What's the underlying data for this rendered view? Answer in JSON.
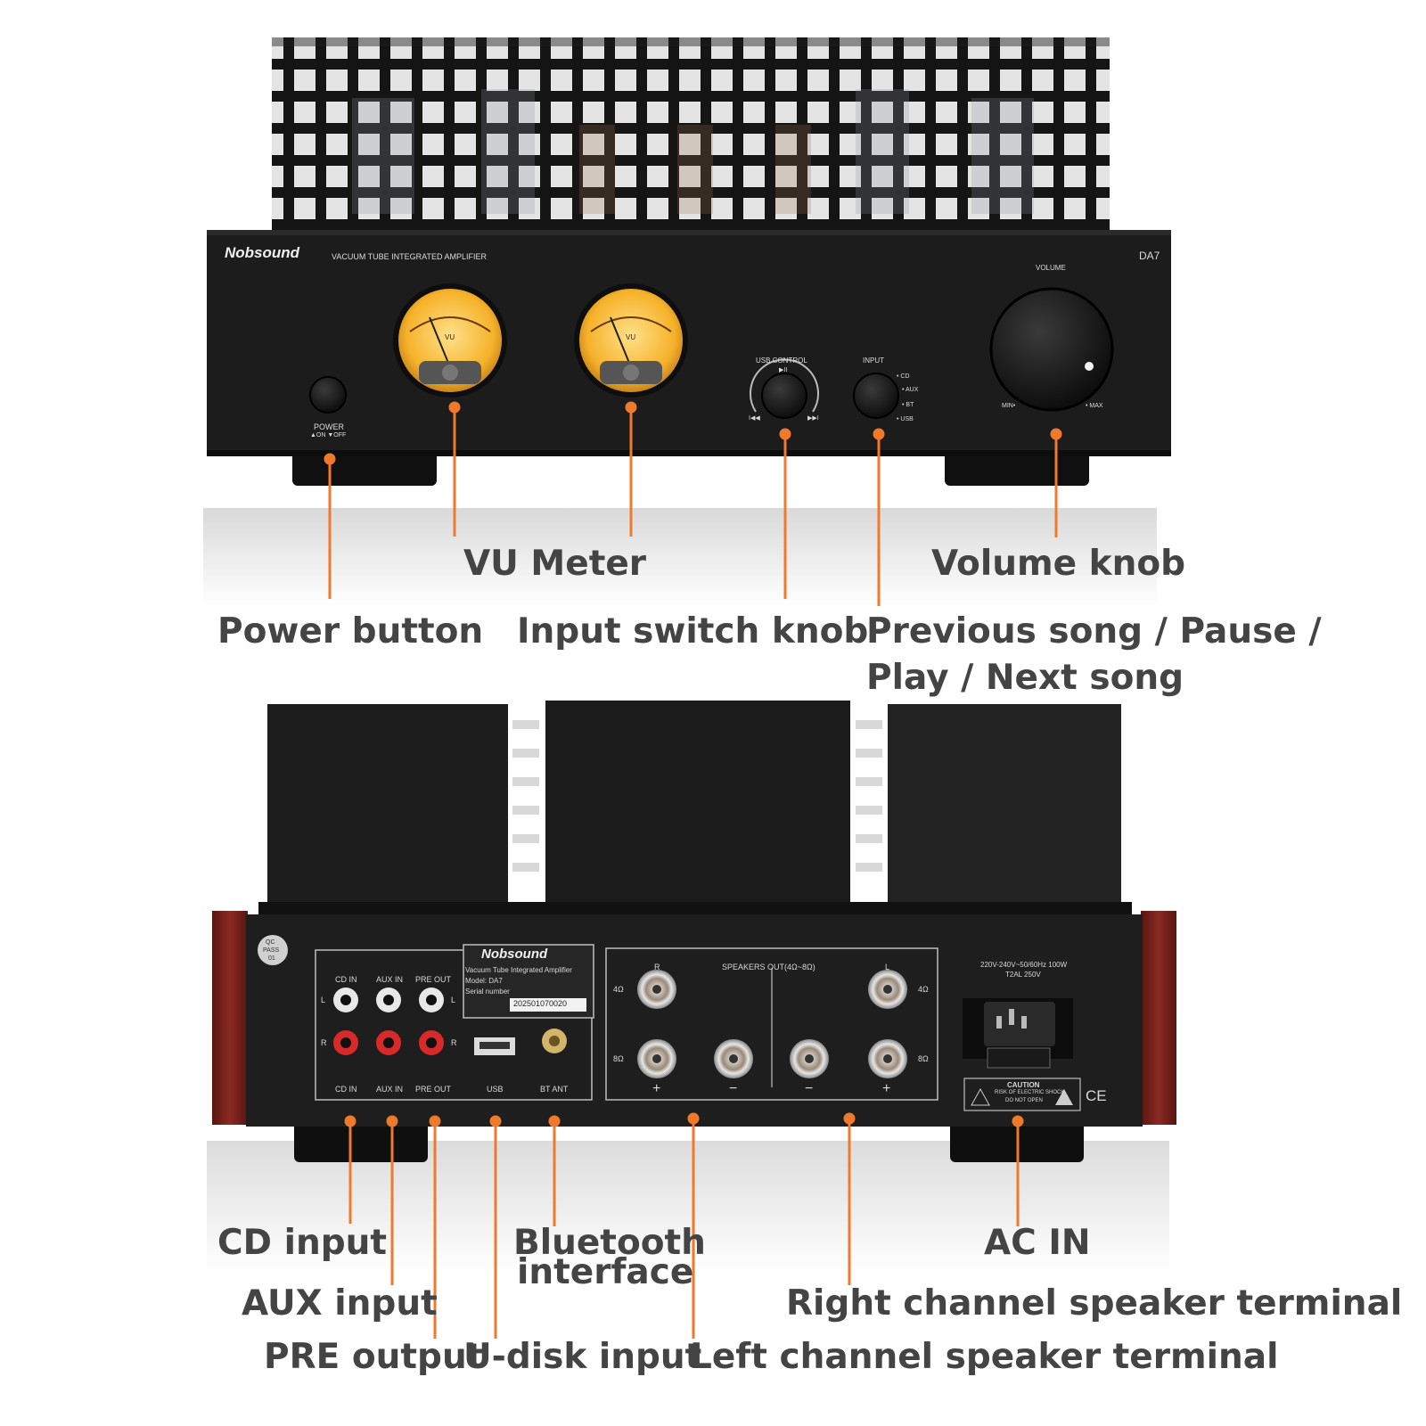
{
  "colors": {
    "accent": "#ef7a2c",
    "callout_text": "#444444",
    "chassis": "#1c1c1c",
    "wood": "#7a1f1a",
    "vu_face": "#f6b22a"
  },
  "front": {
    "brand": "Nobsound",
    "model_line": "VACUUM TUBE INTEGRATED AMPLIFIER",
    "model": "DA7",
    "power_label": "POWER",
    "power_sub": "▲ON ▼OFF",
    "vu_label": "VU",
    "usb_control_label": "USB CONTROL",
    "play_pause_glyph": "▶II",
    "prev_glyph": "I◀◀",
    "next_glyph": "▶▶I",
    "input_label": "INPUT",
    "input_options": [
      "• CD",
      "• AUX",
      "• BT",
      "• USB"
    ],
    "volume_label": "VOLUME",
    "volume_min": "MIN•",
    "volume_max": "• MAX"
  },
  "callouts_front": {
    "power": "Power button",
    "vu": "VU Meter",
    "input_switch": "Input switch knob",
    "prev_pause_line1": "Previous song / Pause /",
    "prev_pause_line2": "Play / Next song",
    "volume": "Volume knob"
  },
  "rear": {
    "qc_line1": "QC",
    "qc_line2": "PASS",
    "qc_line3": "01",
    "cd_in": "CD IN",
    "aux_in": "AUX IN",
    "pre_out": "PRE OUT",
    "usb": "USB",
    "bt_ant": "BT ANT",
    "ch_l": "L",
    "ch_r": "R",
    "plate_brand": "Nobsound",
    "plate_line1": "Vacuum Tube Integrated Amplifier",
    "plate_model": "Model: DA7",
    "plate_serial_label": "Serial number",
    "plate_serial": "202501070020",
    "speakers_out": "SPEAKERS OUT(4Ω~8Ω)",
    "ohm4": "4Ω",
    "ohm8": "8Ω",
    "plus": "+",
    "minus": "−",
    "power_spec_line1": "220V-240V~50/60Hz 100W",
    "power_spec_line2": "T2AL 250V",
    "caution": "CAUTION",
    "caution_sub": "RISK OF ELECTRIC SHOCK",
    "caution_sub2": "DO NOT OPEN",
    "ce_mark": "CE"
  },
  "callouts_rear": {
    "cd": "CD input",
    "aux": "AUX input",
    "pre": "PRE output",
    "bt_line1": "Bluetooth",
    "bt_line2": "interface",
    "udisk": "U-disk input",
    "ac": "AC IN",
    "right_speaker": "Right channel speaker terminal",
    "left_speaker": "Left channel speaker terminal"
  }
}
